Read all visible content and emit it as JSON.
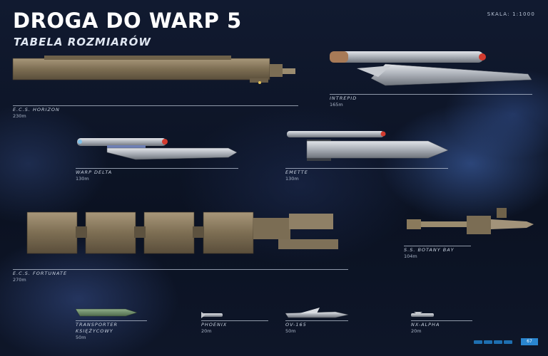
{
  "header": {
    "title": "DROGA DO WARP 5",
    "subtitle": "TABELA ROZMIARÓW",
    "scale": "SKALA: 1:1000"
  },
  "ships": [
    {
      "name": "E.C.S. HORIZON",
      "length": "230m"
    },
    {
      "name": "INTREPID",
      "length": "165m"
    },
    {
      "name": "WARP DELTA",
      "length": "130m"
    },
    {
      "name": "EMETTE",
      "length": "130m"
    },
    {
      "name": "E.C.S. FORTUNATE",
      "length": "270m"
    },
    {
      "name": "S.S. BOTANY BAY",
      "length": "104m"
    },
    {
      "name": "TRANSPORTER KSIĘŻYCOWY",
      "length": "50m"
    },
    {
      "name": "PHOENIX",
      "length": "20m"
    },
    {
      "name": "OV-165",
      "length": "50m"
    },
    {
      "name": "NX-ALPHA",
      "length": "20m"
    }
  ],
  "footer": {
    "page_number": "67"
  },
  "colors": {
    "accent": "#2a86cf",
    "hull_tan": "#8a7a5c",
    "hull_grey": "#b9bec6",
    "engine_red": "#d23a2e"
  }
}
